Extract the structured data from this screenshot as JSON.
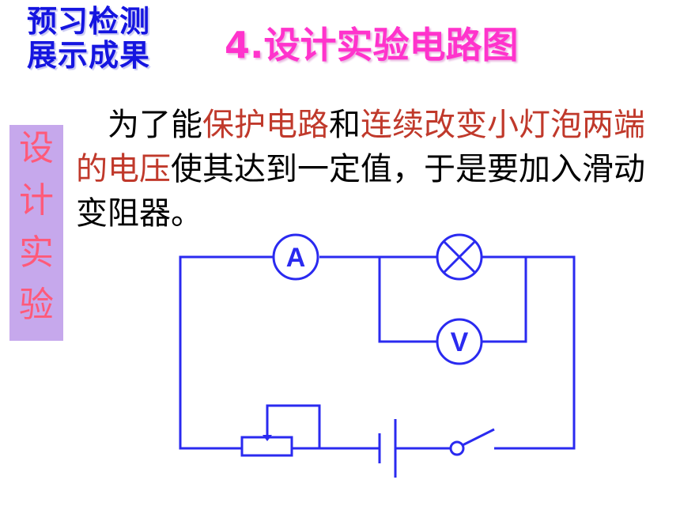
{
  "header": {
    "tag_line1": "预习检测",
    "tag_line2": "展示成果",
    "title": "4.设计实验电路图"
  },
  "sidebar": {
    "chars": [
      "设",
      "计",
      "实",
      "验"
    ]
  },
  "paragraph": {
    "indent": "　",
    "p1": "为了能",
    "r1": "保护电路",
    "p2": "和",
    "r2": "连续改变小灯泡两端的电压",
    "p3": "使其达到一定值，于是要加入滑动变阻器。"
  },
  "circuit": {
    "ammeter_label": "A",
    "voltmeter_label": "V",
    "wire_color": "#2a2af0"
  }
}
